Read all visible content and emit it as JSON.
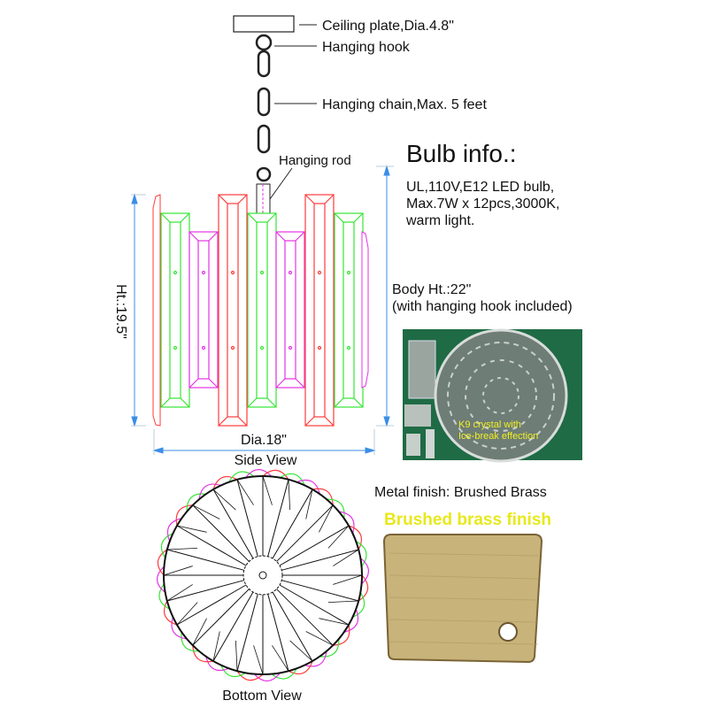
{
  "labels": {
    "ceiling_plate": "Ceiling plate,Dia.4.8\"",
    "hanging_hook": "Hanging hook",
    "hanging_chain": "Hanging chain,Max. 5 feet",
    "hanging_rod": "Hanging rod",
    "height": "Ht.:19.5\"",
    "diameter": "Dia.18\"",
    "side_view": "Side View",
    "bottom_view": "Bottom View"
  },
  "bulb_info": {
    "title": "Bulb info.:",
    "line1": "UL,110V,E12 LED bulb,",
    "line2": "Max.7W x 12pcs,3000K,",
    "line3": "warm light."
  },
  "body_height": {
    "line1": "Body Ht.:22\"",
    "line2": "(with hanging hook included)"
  },
  "crystal_photo": {
    "caption1": "K9 crystal with",
    "caption2": "Ice-break effection"
  },
  "metal_finish": {
    "label": "Metal finish: Brushed Brass",
    "swatch_caption": "Brushed brass finish"
  },
  "colors": {
    "red": "#ff3b3b",
    "green": "#33e633",
    "magenta": "#e633e6",
    "dim": "#3a8ee6",
    "brass": "#c8b37a",
    "caption": "#f0f020"
  }
}
